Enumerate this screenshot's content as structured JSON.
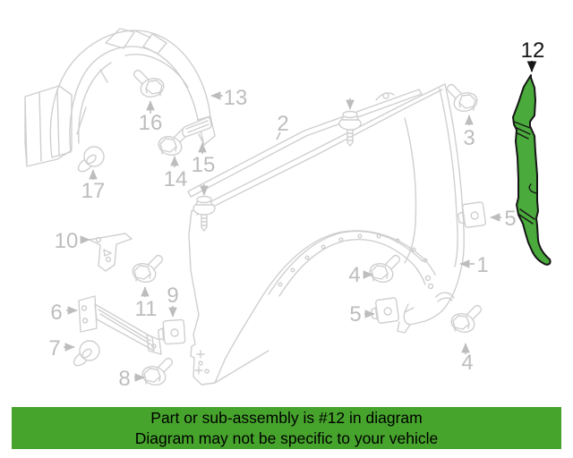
{
  "diagram": {
    "type": "auto-parts-exploded-diagram",
    "subject": "front fender and apron components",
    "highlighted_part_number": "12",
    "highlight_fill": "#4aab3c",
    "highlight_outline": "#161616",
    "line_color": "#cfcfcf",
    "label_color": "#bdbdbd",
    "callouts": [
      {
        "label": "12"
      },
      {
        "label": "13"
      },
      {
        "label": "16"
      },
      {
        "label": "17"
      },
      {
        "label": "14"
      },
      {
        "label": "15"
      },
      {
        "label": "2"
      },
      {
        "label": "3"
      },
      {
        "label": "1"
      },
      {
        "label": "10"
      },
      {
        "label": "6"
      },
      {
        "label": "11"
      },
      {
        "label": "9"
      },
      {
        "label": "7"
      },
      {
        "label": "8"
      },
      {
        "label": "4"
      },
      {
        "label": "5"
      },
      {
        "label": "5"
      },
      {
        "label": "4"
      }
    ]
  },
  "banner": {
    "line1": "Part or sub-assembly is #12 in diagram",
    "line2": "Diagram may not be specific to your vehicle",
    "background_color": "#46a42c",
    "text_color": "#000000"
  }
}
